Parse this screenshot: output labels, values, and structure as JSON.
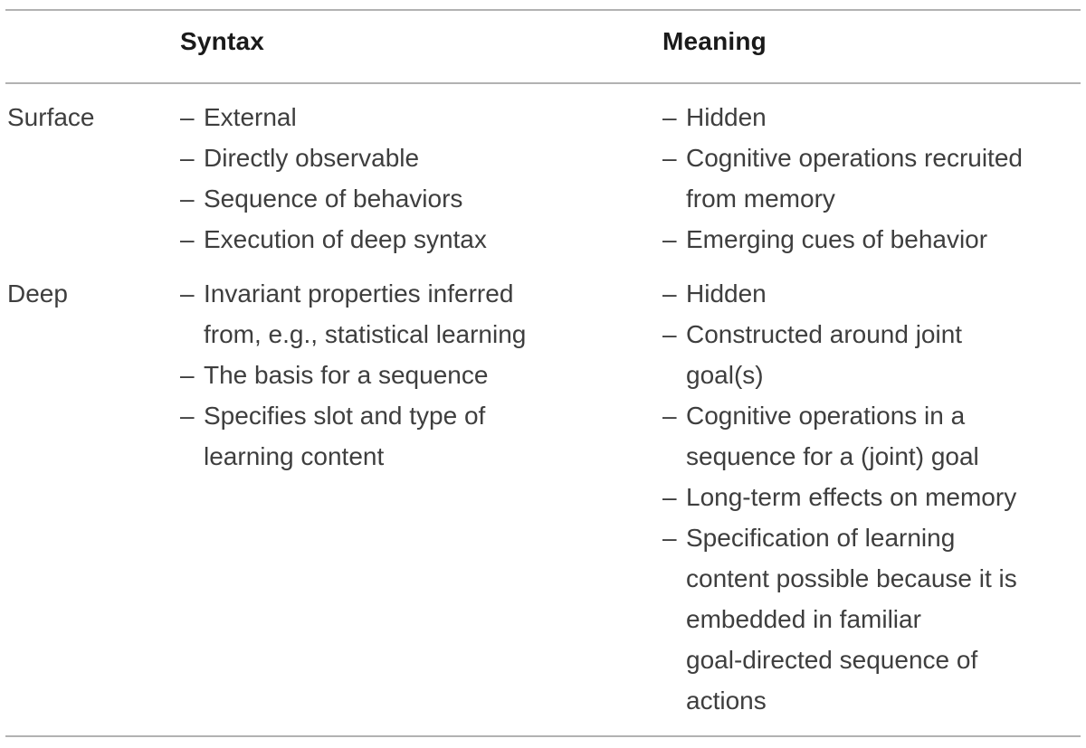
{
  "table": {
    "headers": {
      "syntax": "Syntax",
      "meaning": "Meaning"
    },
    "bullet_marker": "–",
    "rows": [
      {
        "label": "Surface",
        "syntax": [
          [
            "External"
          ],
          [
            "Directly observable"
          ],
          [
            "Sequence of behaviors"
          ],
          [
            "Execution of deep syntax"
          ]
        ],
        "meaning": [
          [
            "Hidden"
          ],
          [
            "Cognitive operations recruited",
            "from memory"
          ],
          [
            "Emerging cues of behavior"
          ]
        ]
      },
      {
        "label": "Deep",
        "syntax": [
          [
            "Invariant properties inferred",
            "from, e.g., statistical learning"
          ],
          [
            "The basis for a sequence"
          ],
          [
            "Specifies slot and type of",
            "learning content"
          ]
        ],
        "meaning": [
          [
            "Hidden"
          ],
          [
            "Constructed around joint",
            "goal(s)"
          ],
          [
            "Cognitive operations in a",
            "sequence for a (joint) goal"
          ],
          [
            "Long-term effects on memory"
          ],
          [
            "Specification of learning",
            "content possible because it is",
            "embedded in familiar",
            "goal-directed sequence of",
            "actions"
          ]
        ]
      }
    ],
    "colors": {
      "background": "#ffffff",
      "rule": "#b2b2b2",
      "header_text": "#1a1a1a",
      "body_text": "#3e3e3e"
    }
  }
}
